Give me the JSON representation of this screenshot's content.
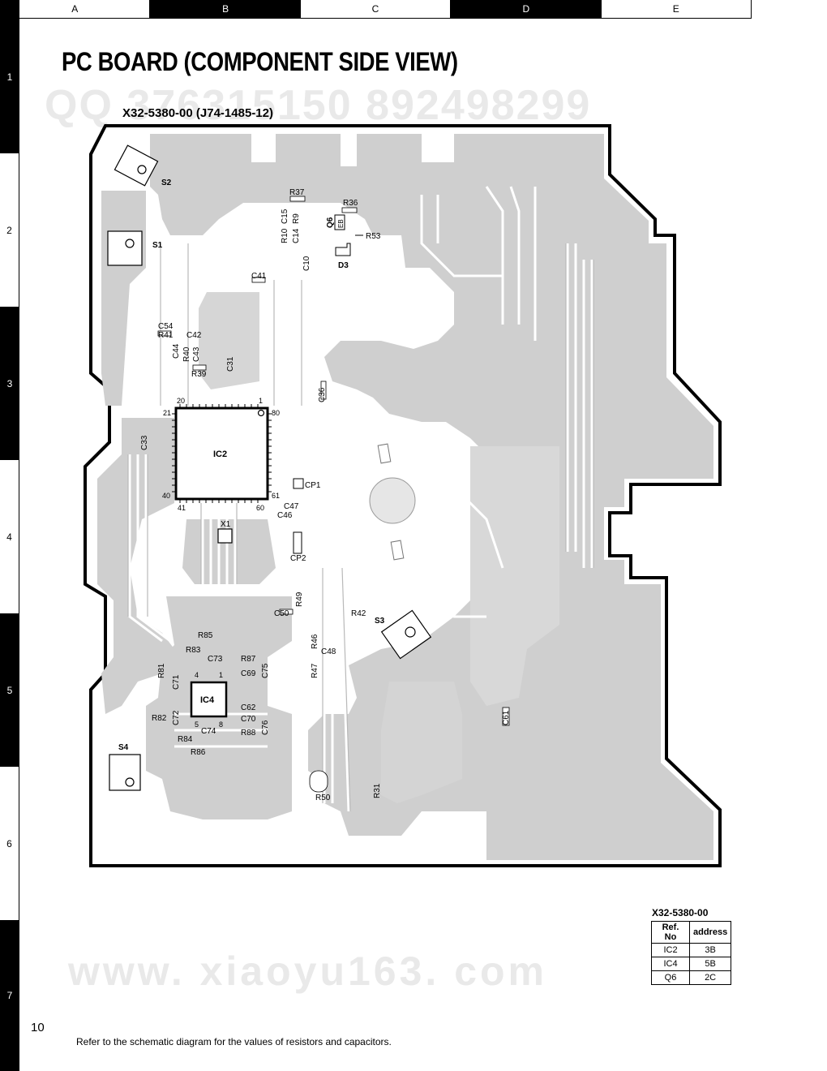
{
  "columns": [
    "A",
    "B",
    "C",
    "D",
    "E"
  ],
  "rows": [
    "1",
    "2",
    "3",
    "4",
    "5",
    "6",
    "7"
  ],
  "title": "PC BOARD (COMPONENT SIDE VIEW)",
  "board_label": "X32-5380-00 (J74-1485-12)",
  "watermarks": {
    "top": "QQ 376315150  892498299",
    "bottom": "www. xiaoyu163. com"
  },
  "components": {
    "S1": "S1",
    "S2": "S2",
    "S3": "S3",
    "S4": "S4",
    "IC2": "IC2",
    "IC4": "IC4",
    "Q6": "Q6",
    "D3": "D3",
    "X1": "X1",
    "CP1": "CP1",
    "CP2": "CP2",
    "R37": "R37",
    "R36": "R36",
    "R53": "R53",
    "R41": "R41",
    "R40": "R40",
    "R39": "R39",
    "R9": "R9",
    "R10": "R10",
    "R49": "R49",
    "R42": "R42",
    "R46": "R46",
    "R47": "R47",
    "R85": "R85",
    "R83": "R83",
    "R87": "R87",
    "R81": "R81",
    "R82": "R82",
    "R84": "R84",
    "R86": "R86",
    "R88": "R88",
    "R50": "R50",
    "R31": "R31",
    "C15": "C15",
    "C14": "C14",
    "C10": "C10",
    "C41": "C41",
    "C54": "C54",
    "C42": "C42",
    "C44": "C44",
    "C43": "C43",
    "C31": "C31",
    "C36": "C36",
    "C33": "C33",
    "C47": "C47",
    "C46": "C46",
    "C50": "C50",
    "C48": "C48",
    "C73": "C73",
    "C69": "C69",
    "C75": "C75",
    "C71": "C71",
    "C72": "C72",
    "C62": "C62",
    "C70": "C70",
    "C76": "C76",
    "C74": "C74",
    "C61": "C61",
    "EB": "EB",
    "pin20": "20",
    "pin21": "21",
    "pin1": "1",
    "pin80": "80",
    "pin40": "40",
    "pin41": "41",
    "pin60": "60",
    "pin61": "61",
    "ic4_pin4": "4",
    "ic4_pin1": "1",
    "ic4_pin5": "5",
    "ic4_pin8": "8"
  },
  "ref_table": {
    "title": "X32-5380-00",
    "headers": [
      "Ref. No",
      "address"
    ],
    "rows": [
      [
        "IC2",
        "3B"
      ],
      [
        "IC4",
        "5B"
      ],
      [
        "Q6",
        "2C"
      ]
    ]
  },
  "page_number": "10",
  "footnote": "Refer to the schematic diagram for the values of resistors and capacitors."
}
